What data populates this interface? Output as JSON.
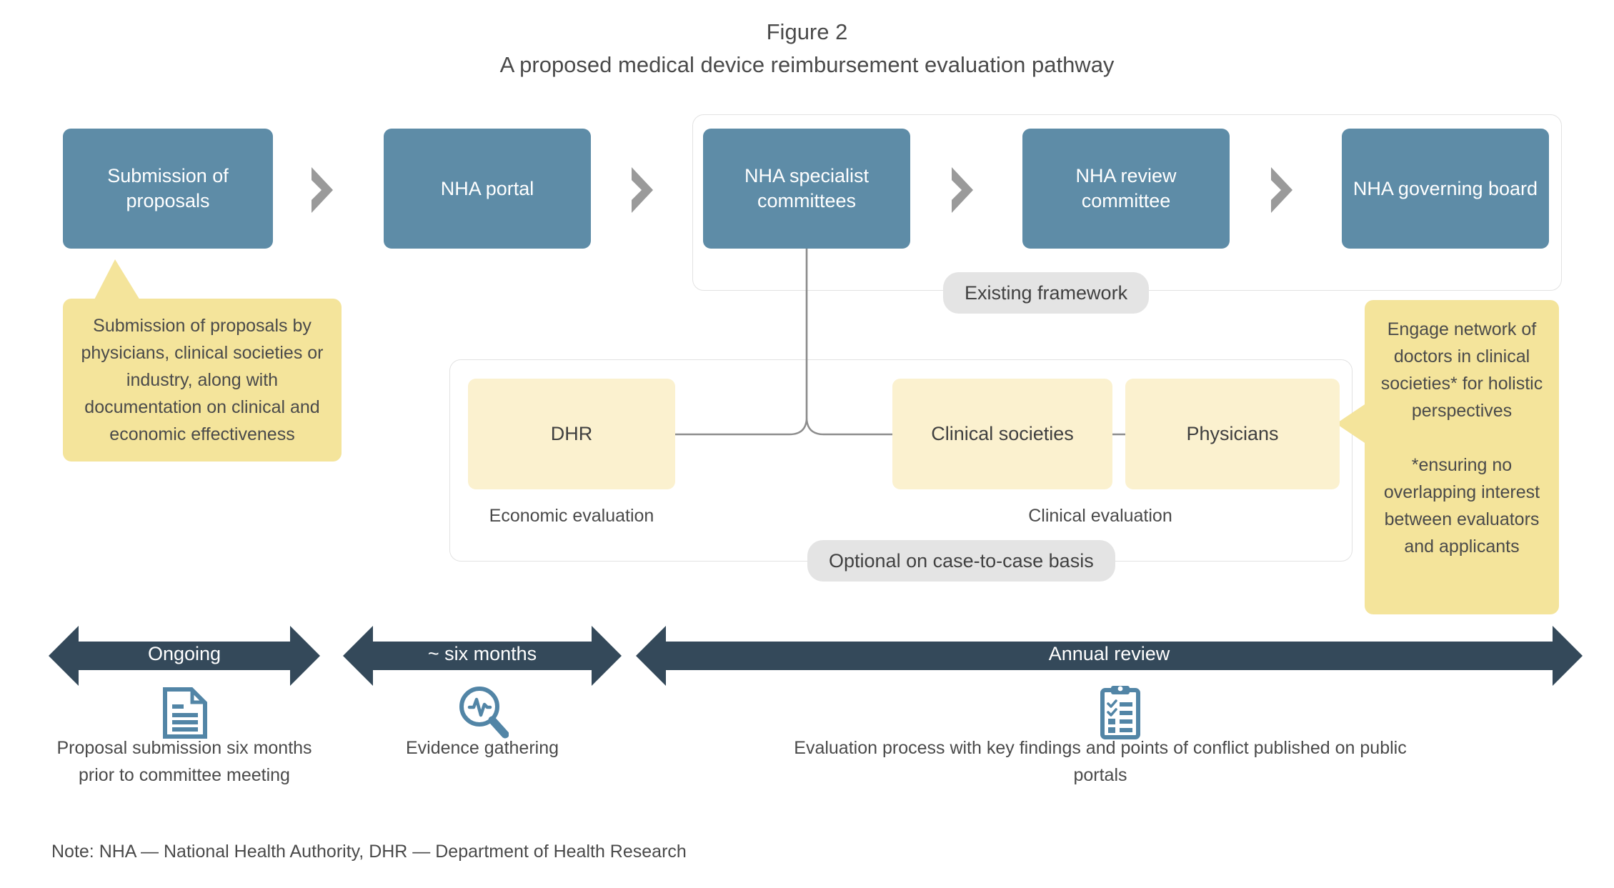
{
  "title": {
    "line1": "Figure 2",
    "line2": "A proposed medical device reimbursement evaluation pathway"
  },
  "colors": {
    "process_box": "#5e8ca7",
    "chevron": "#9a9a9a",
    "callout_yellow": "#f4e49b",
    "eval_box_yellow": "#fbf1cf",
    "timeline_navy": "#34495a",
    "group_pill_grey": "#e4e4e4",
    "group_outline": "#e2e2e2",
    "icon_blue": "#5285a6",
    "text": "#4a4a4a"
  },
  "process_flow": {
    "boxes": [
      {
        "id": "submission-of-proposals",
        "label": "Submission of proposals"
      },
      {
        "id": "nha-portal",
        "label": "NHA portal"
      },
      {
        "id": "nha-specialist-committees",
        "label": "NHA specialist committees"
      },
      {
        "id": "nha-review-committee",
        "label": "NHA review committee"
      },
      {
        "id": "nha-governing-board",
        "label": "NHA governing board"
      }
    ]
  },
  "groups": {
    "existing_framework": {
      "pill_label": "Existing framework"
    },
    "optional": {
      "pill_label": "Optional on case-to-case basis"
    }
  },
  "callouts": {
    "left": {
      "text": "Submission of proposals by physicians, clinical societies or industry, along with documentation on clinical and economic effectiveness"
    },
    "right": {
      "paragraph1": "Engage network of doctors in clinical societies* for holistic perspectives",
      "paragraph2": "*ensuring no overlapping interest between evaluators and applicants"
    }
  },
  "evaluation": {
    "boxes": [
      {
        "id": "dhr",
        "label": "DHR"
      },
      {
        "id": "clinical-societies",
        "label": "Clinical societies"
      },
      {
        "id": "physicians",
        "label": "Physicians"
      }
    ],
    "sublabels": [
      {
        "id": "economic-evaluation",
        "label": "Economic evaluation"
      },
      {
        "id": "clinical-evaluation",
        "label": "Clinical evaluation"
      }
    ]
  },
  "timeline": {
    "segments": [
      {
        "id": "ongoing",
        "label": "Ongoing",
        "icon": "document-icon",
        "caption": "Proposal submission six months prior to committee meeting"
      },
      {
        "id": "six-months",
        "label": "~ six months",
        "icon": "evidence-magnifier-icon",
        "caption": "Evidence gathering"
      },
      {
        "id": "annual-review",
        "label": "Annual review",
        "icon": "clipboard-checklist-icon",
        "caption": "Evaluation process with key findings and points of conflict published on public portals"
      }
    ]
  },
  "note": "Note: NHA — National Health Authority, DHR — Department of Health Research"
}
